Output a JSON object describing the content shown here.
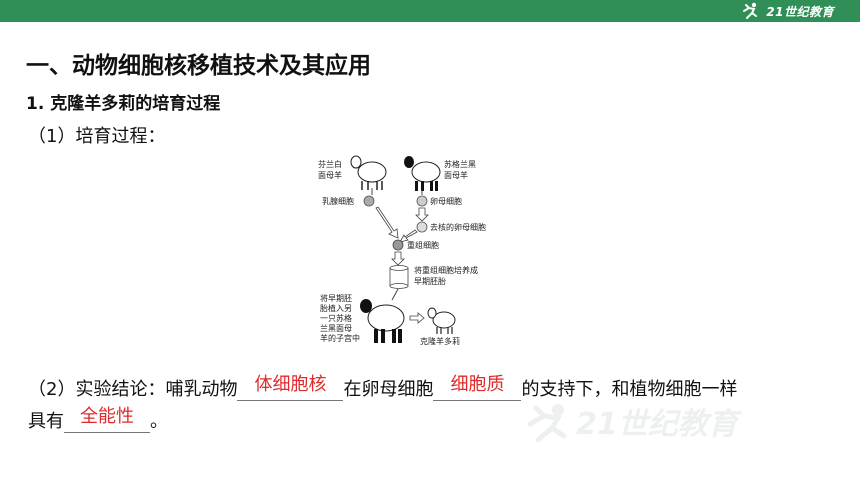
{
  "header": {
    "logo_text": "21世纪教育"
  },
  "slide": {
    "title": "一、动物细胞核移植技术及其应用",
    "subtitle": "1. 克隆羊多莉的培育过程",
    "item1": "（1）培育过程：",
    "item2_prefix": "（2）实验结论：哺乳动物",
    "item2_mid": "在卵母细胞",
    "item2_suffix": "的支持下，和植物细胞一样",
    "item3_prefix": "具有",
    "item3_suffix": "。",
    "answers": {
      "blank1": "体细胞核",
      "blank2": "细胞质",
      "blank3": "全能性"
    }
  },
  "diagram": {
    "labels": {
      "finn_a": "芬兰白",
      "finn_b": "面母羊",
      "scot_a": "苏格兰黑",
      "scot_b": "面母羊",
      "mammary": "乳腺细胞",
      "oocyte": "卵母细胞",
      "enucleated": "去核的卵母细胞",
      "recombined": "重组细胞",
      "culture_a": "将重组细胞培养成",
      "culture_b": "早期胚胎",
      "transfer_a": "将早期胚",
      "transfer_b": "胎植入另",
      "transfer_c": "一只苏格",
      "transfer_d": "兰黑面母",
      "transfer_e": "羊的子宫中",
      "dolly": "克隆羊多莉"
    }
  },
  "watermark": {
    "text": "21世纪教育"
  }
}
